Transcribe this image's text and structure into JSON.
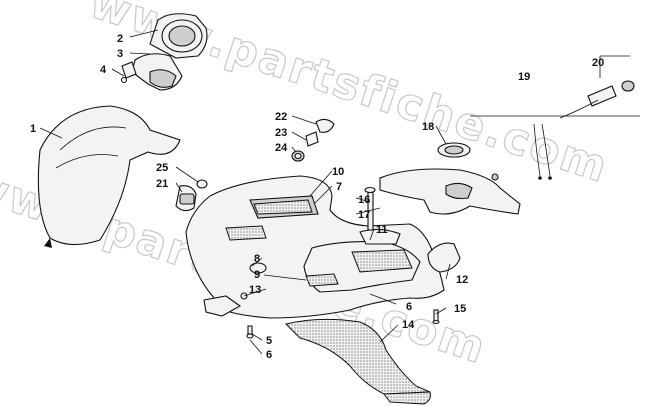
{
  "watermark": "www.partsfiche.com",
  "callouts": {
    "c1": "1",
    "c2": "2",
    "c3": "3",
    "c4": "4",
    "c5": "5",
    "c6a": "6",
    "c6b": "6",
    "c7": "7",
    "c8": "8",
    "c9": "9",
    "c10": "10",
    "c11": "11",
    "c12": "12",
    "c13": "13",
    "c14": "14",
    "c15": "15",
    "c16": "16",
    "c17": "17",
    "c18": "18",
    "c19": "19",
    "c20": "20",
    "c21": "21",
    "c22": "22",
    "c23": "23",
    "c24": "24",
    "c25": "25"
  }
}
